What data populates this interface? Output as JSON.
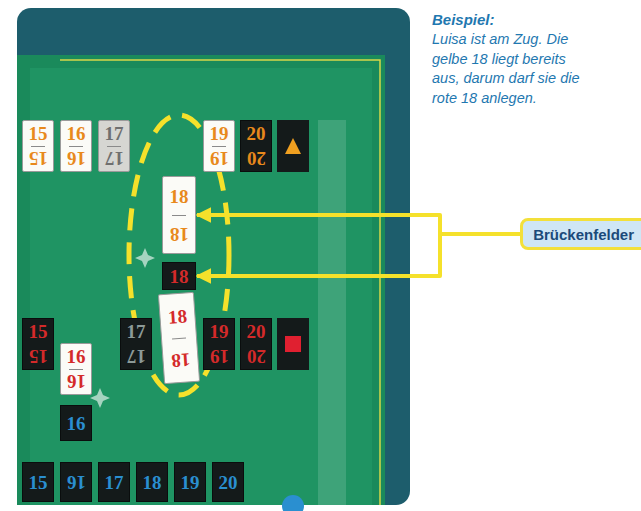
{
  "diagram": {
    "nodes": [
      {
        "text": [
          "15",
          "15"
        ]
      },
      {
        "text": [
          "16",
          "16"
        ]
      },
      {
        "text": [
          "17",
          "17"
        ]
      },
      {
        "text": [
          "18",
          "18"
        ]
      },
      {
        "text": [
          "19",
          "19"
        ]
      },
      {
        "text": [
          "20",
          "20"
        ]
      },
      {
        "text": [
          "15",
          "15"
        ]
      },
      {
        "text": [
          "16",
          "16"
        ]
      },
      {
        "text": [
          "17",
          "17"
        ]
      },
      {
        "text": [
          "18"
        ]
      },
      {
        "text": [
          "18",
          "18"
        ]
      },
      {
        "text": [
          "19",
          "19"
        ]
      },
      {
        "text": [
          "20",
          "20"
        ]
      },
      {
        "text": [
          "16"
        ]
      },
      {
        "text": [
          "15"
        ]
      },
      {
        "text": [
          "16"
        ]
      },
      {
        "text": [
          "17"
        ]
      },
      {
        "text": [
          "18"
        ]
      },
      {
        "text": [
          "19"
        ]
      },
      {
        "text": [
          "20"
        ]
      },
      {
        "text": [
          "Brückenfelder"
        ]
      }
    ],
    "edges": [
      {
        "from": 20,
        "to": 3,
        "arrow": "to"
      },
      {
        "from": 20,
        "to": 9,
        "arrow": "to"
      }
    ],
    "labels": [
      "Beispiel:",
      "Luisa ist am Zug. Die gelbe 18 liegt bereits aus, darum darf sie die rote 18 anlegen."
    ]
  }
}
